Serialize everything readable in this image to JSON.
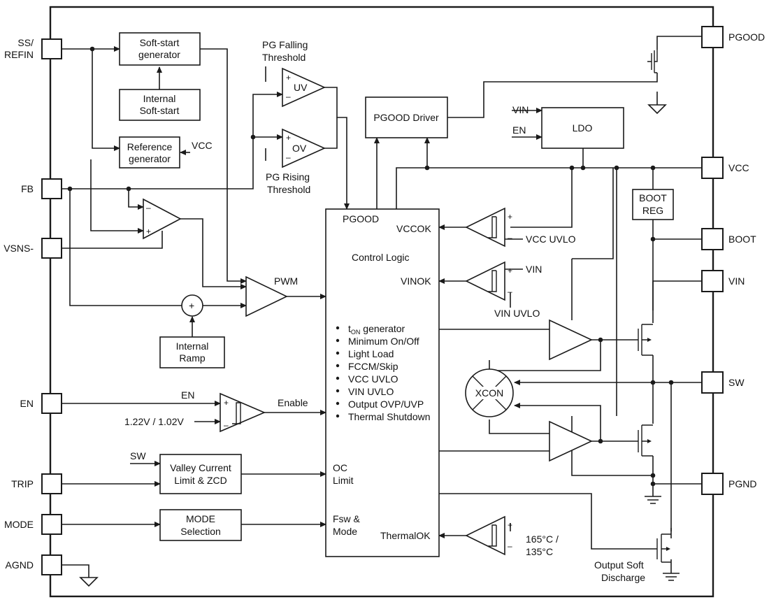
{
  "pins": {
    "ss_refin_line1": "SS/",
    "ss_refin_line2": "REFIN",
    "fb": "FB",
    "vsns": "VSNS-",
    "en": "EN",
    "trip": "TRIP",
    "mode": "MODE",
    "agnd": "AGND",
    "pgood": "PGOOD",
    "vcc": "VCC",
    "boot": "BOOT",
    "vin": "VIN",
    "sw": "SW",
    "pgnd": "PGND"
  },
  "blocks": {
    "softstart_gen": [
      "Soft-start",
      "generator"
    ],
    "internal_softstart": [
      "Internal",
      "Soft-start"
    ],
    "reference_gen": [
      "Reference",
      "generator"
    ],
    "internal_ramp": [
      "Internal",
      "Ramp"
    ],
    "valley_current": [
      "Valley Current",
      "Limit & ZCD"
    ],
    "mode_selection": [
      "MODE",
      "Selection"
    ],
    "pgood_driver": "PGOOD Driver",
    "ldo": "LDO",
    "boot_reg": [
      "BOOT",
      "REG"
    ],
    "xcon": "XCON",
    "pwm": "PWM",
    "uv": "UV",
    "ov": "OV"
  },
  "labels": {
    "pg_falling": [
      "PG Falling",
      "Threshold"
    ],
    "pg_rising": [
      "PG Rising",
      "Threshold"
    ],
    "vcc_in": "VCC",
    "vin_ldo": "VIN",
    "en_ldo": "EN",
    "vcc_uvlo": "VCC UVLO",
    "vin_cmp": "VIN",
    "vin_uvlo": "VIN UVLO",
    "en_signal": "EN",
    "en_threshold": "1.22V / 1.02V",
    "enable": "Enable",
    "sw_in": "SW",
    "temp": [
      "165°C /",
      "135°C"
    ],
    "output_soft": [
      "Output Soft",
      "Discharge"
    ],
    "plus": "+"
  },
  "control": {
    "pgood": "PGOOD",
    "vccok": "VCCOK",
    "title": "Control Logic",
    "vinok": "VINOK",
    "ton_prefix": "t",
    "ton_sub": "ON",
    "ton_suffix": " generator",
    "features": [
      "Minimum On/Off",
      "Light Load",
      "FCCM/Skip",
      "VCC UVLO",
      "VIN UVLO",
      "Output OVP/UVP",
      "Thermal Shutdown"
    ],
    "oc": [
      "OC",
      "Limit"
    ],
    "fsw": [
      "Fsw &",
      "Mode"
    ],
    "thermalok": "ThermalOK"
  }
}
